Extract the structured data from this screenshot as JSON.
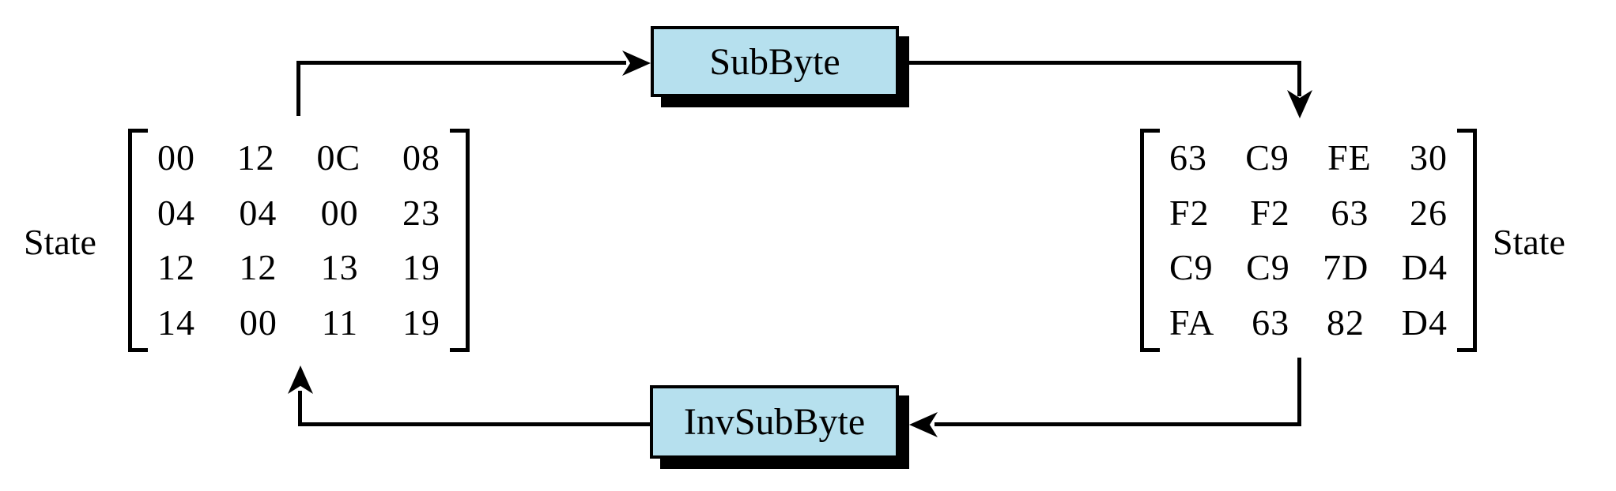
{
  "boxes": {
    "subbyte_label": "SubByte",
    "invsubbyte_label": "InvSubByte"
  },
  "left_matrix": {
    "label": "State",
    "rows": [
      [
        "00",
        "12",
        "0C",
        "08"
      ],
      [
        "04",
        "04",
        "00",
        "23"
      ],
      [
        "12",
        "12",
        "13",
        "19"
      ],
      [
        "14",
        "00",
        "11",
        "19"
      ]
    ]
  },
  "right_matrix": {
    "label": "State",
    "rows": [
      [
        "63",
        "C9",
        "FE",
        "30"
      ],
      [
        "F2",
        "F2",
        "63",
        "26"
      ],
      [
        "C9",
        "C9",
        "7D",
        "D4"
      ],
      [
        "FA",
        "63",
        "82",
        "D4"
      ]
    ]
  },
  "colors": {
    "box_fill": "#b6e0ee",
    "box_border": "#000000",
    "line": "#000000",
    "text": "#000000",
    "background": "#ffffff"
  }
}
